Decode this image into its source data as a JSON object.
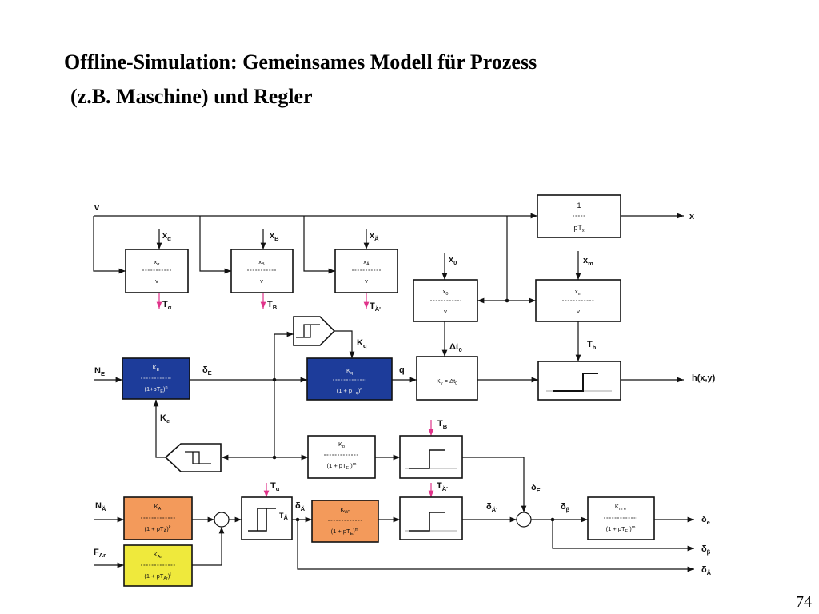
{
  "title": {
    "line1": "Offline-Simulation: Gemeinsames Modell für Prozess",
    "line2": "(z.B. Maschine) und Regler"
  },
  "page_number": "74",
  "diagram": {
    "colors": {
      "blue_block": "#1d3c9a",
      "orange_block": "#f39a5b",
      "yellow_block": "#efe93c",
      "timer_arrow": "#e0338a"
    },
    "signals": {
      "v": "v",
      "x": "x",
      "x_alpha": {
        "base": "x",
        "sub": "α"
      },
      "x_B": {
        "base": "x",
        "sub": "B"
      },
      "x_A": {
        "base": "x",
        "sub": "Ä"
      },
      "x_0": {
        "base": "x",
        "sub": "0"
      },
      "x_m": {
        "base": "x",
        "sub": "m"
      },
      "T_alpha": {
        "base": "T",
        "sub": "α"
      },
      "T_B": {
        "base": "T",
        "sub": "B"
      },
      "T_A_prime": {
        "base": "T",
        "sub": "Ä'"
      },
      "delta_t0": {
        "base": "Δt",
        "sub": "0"
      },
      "T_h": {
        "base": "T",
        "sub": "h"
      },
      "N_E": {
        "base": "N",
        "sub": "E"
      },
      "delta_E": {
        "base": "δ",
        "sub": "E"
      },
      "K_q": {
        "base": "K",
        "sub": "q"
      },
      "q": "q",
      "h_xy": "h(x,y)",
      "K_e": {
        "base": "K",
        "sub": "e"
      },
      "T_B_step": {
        "base": "T",
        "sub": "B"
      },
      "delta_E_prime": {
        "base": "δ",
        "sub": "E'"
      },
      "N_A": {
        "base": "N",
        "sub": "Ä"
      },
      "F_Ar": {
        "base": "F",
        "sub": "Ar"
      },
      "T_alpha_step": {
        "base": "T",
        "sub": "α"
      },
      "T_A_step_inner": {
        "base": "T",
        "sub": "Ä"
      },
      "delta_A": {
        "base": "δ",
        "sub": "Ä"
      },
      "T_A_prime_step": {
        "base": "T",
        "sub": "Ä'"
      },
      "delta_A_prime": {
        "base": "δ",
        "sub": "Ä'"
      },
      "delta_beta": {
        "base": "δ",
        "sub": "β"
      },
      "out_delta_e": {
        "base": "δ",
        "sub": "e"
      },
      "out_delta_beta": {
        "base": "δ",
        "sub": "β"
      },
      "out_delta_A": {
        "base": "δ",
        "sub": "Ä"
      }
    },
    "blocks": {
      "x_alpha_over_v": {
        "num": {
          "base": "x",
          "sub": "α"
        },
        "den": "v"
      },
      "x_B_over_v": {
        "num": {
          "base": "x",
          "sub": "B"
        },
        "den": "v"
      },
      "x_A_over_v": {
        "num": {
          "base": "x",
          "sub": "Ä"
        },
        "den": "v"
      },
      "x_0_over_v": {
        "num": {
          "base": "x",
          "sub": "0"
        },
        "den": "v"
      },
      "x_m_over_v": {
        "num": {
          "base": "x",
          "sub": "m"
        },
        "den": "v"
      },
      "integrator": {
        "num": "1",
        "den": {
          "base": "pT",
          "sub": "x"
        }
      },
      "K_E": {
        "num": {
          "base": "K",
          "sub": "E"
        },
        "den": {
          "pre": "(1+pT",
          "sub": "E",
          "post": ")",
          "sup": "n"
        }
      },
      "K_q": {
        "num": {
          "base": "K",
          "sub": "q"
        },
        "den": {
          "pre": "(1 + pT",
          "sub": "q",
          "post": ")",
          "sup": "n"
        }
      },
      "K_v": {
        "a": "K",
        "a_sub": "v",
        "b": " = Δt",
        "b_sub": "0"
      },
      "K_b": {
        "num": {
          "base": "K",
          "sub": "b"
        },
        "den": {
          "pre": "(1 + pT",
          "sub": "E",
          "post": " )",
          "sup": "m"
        }
      },
      "K_A": {
        "num": {
          "base": "K",
          "sub": "A"
        },
        "den": {
          "pre": "(1 + pT",
          "sub": "Ä",
          "post": ")",
          "sup": "k"
        }
      },
      "K_Ar": {
        "num": {
          "base": "K",
          "sub": "Ar"
        },
        "den": {
          "pre": "(1 + pT",
          "sub": "Ar",
          "post": ")",
          "sup": "l"
        }
      },
      "K_W": {
        "num": {
          "base": "K",
          "sub": "W'"
        },
        "den": {
          "pre": "(1 + pT",
          "sub": "E",
          "post": ")",
          "sup": "m"
        }
      },
      "K_me": {
        "num": {
          "base": "K",
          "sub": "m e"
        },
        "den": {
          "pre": "(1 + pT",
          "sub": "E",
          "post": " )",
          "sup": "m"
        }
      }
    }
  }
}
